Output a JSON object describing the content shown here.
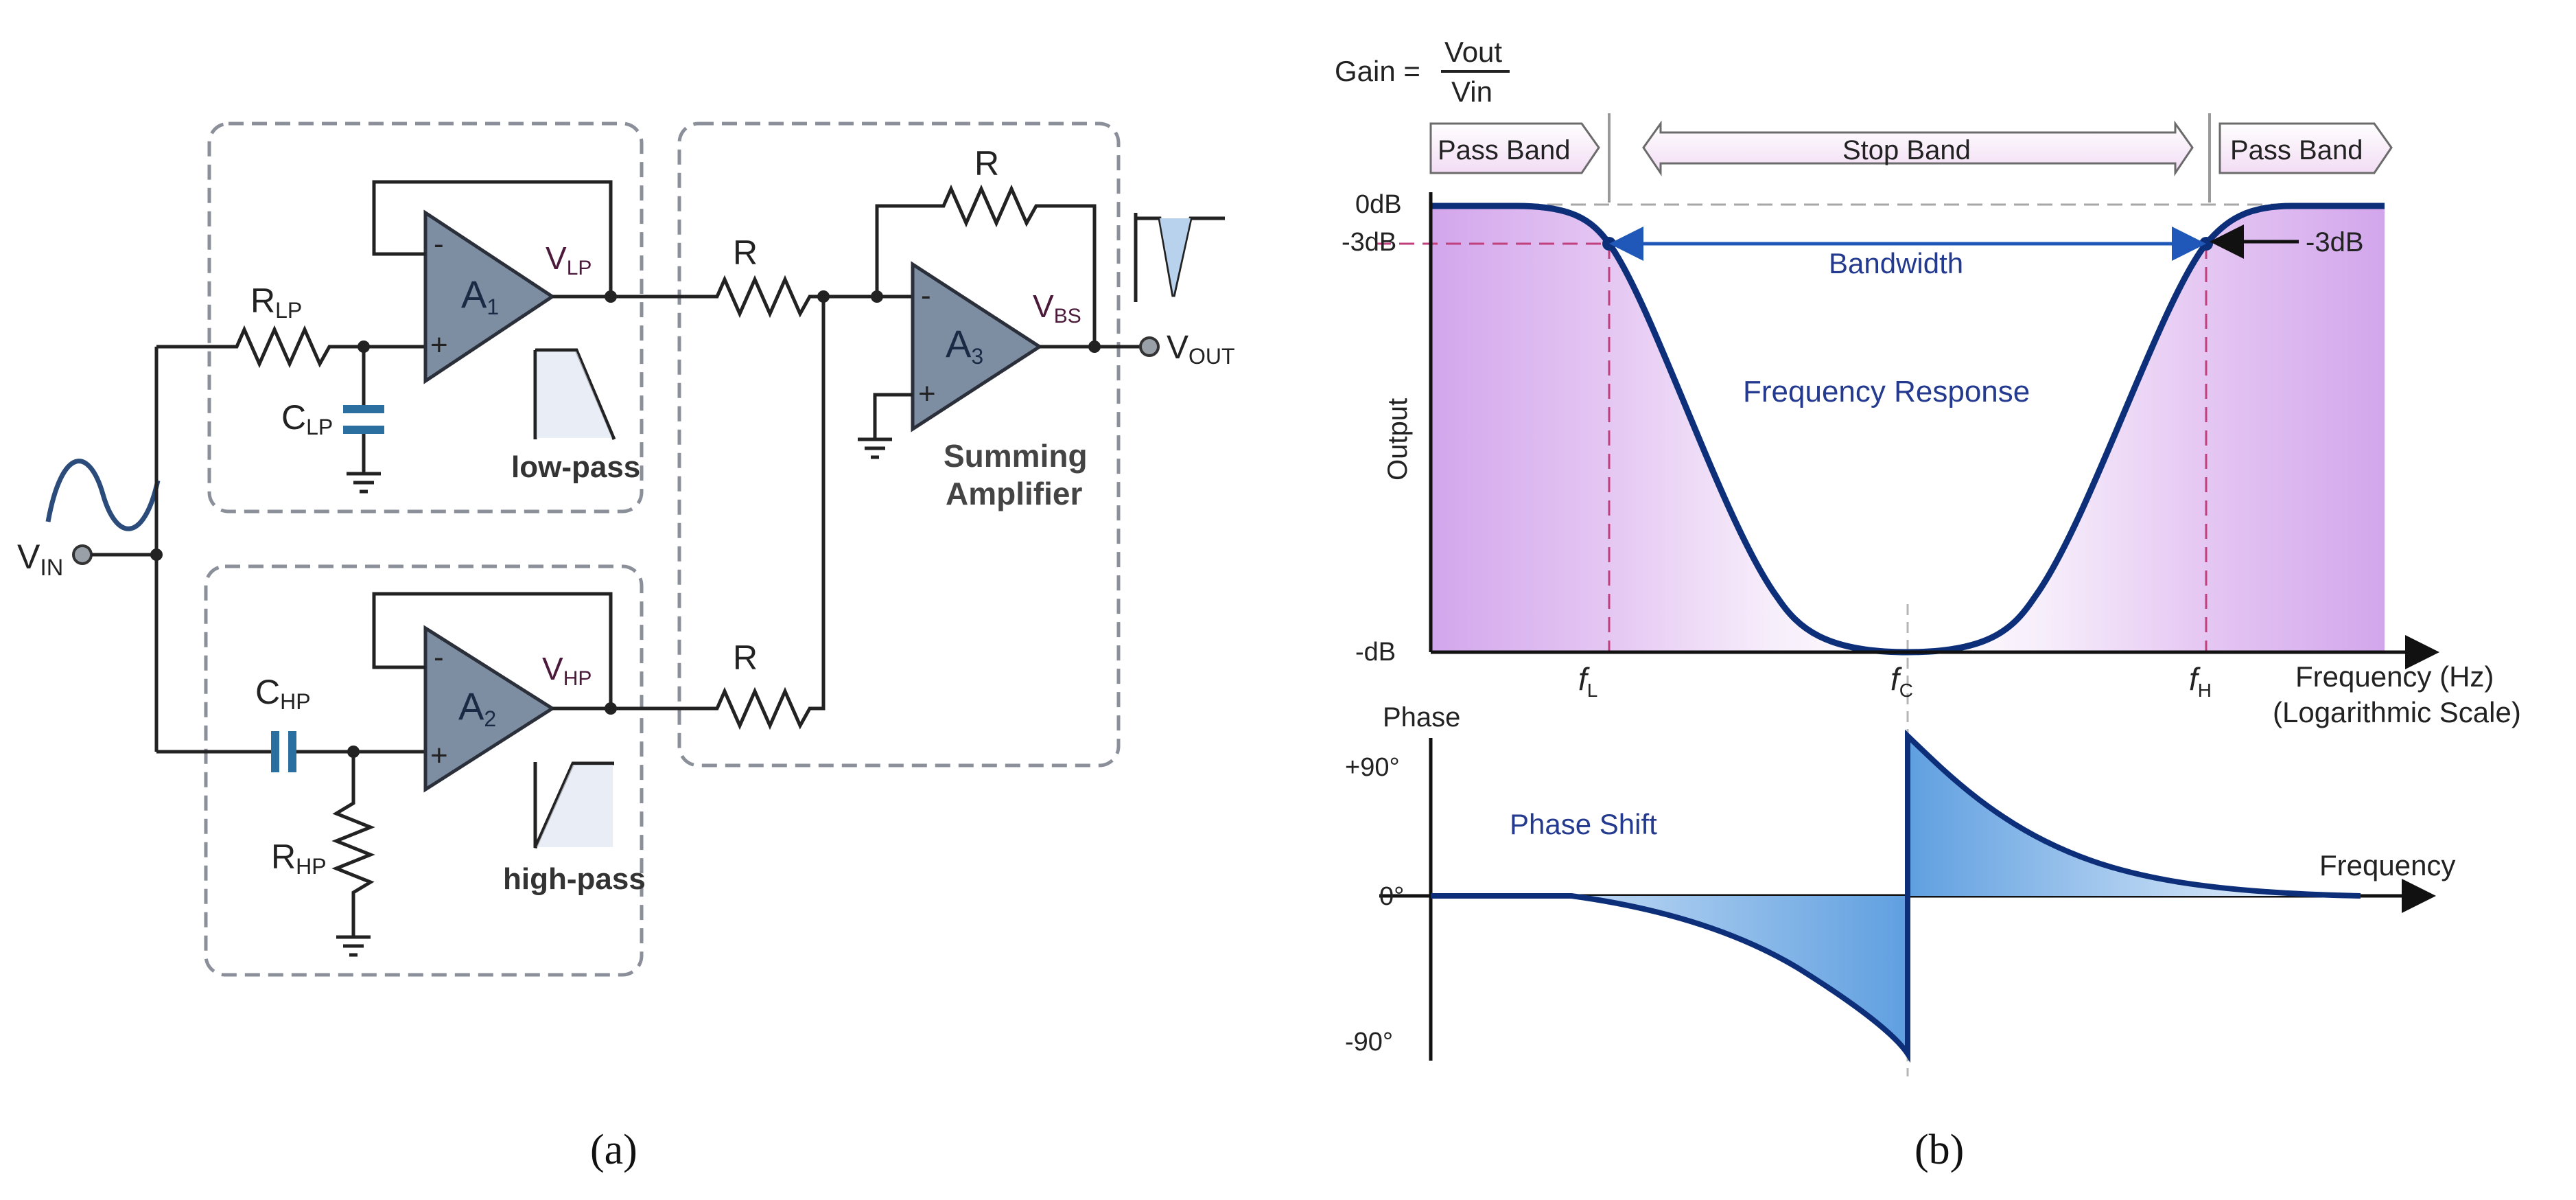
{
  "circuit": {
    "input_label": "V",
    "input_sub": "IN",
    "output_label": "V",
    "output_sub": "OUT",
    "r_lp": "R",
    "r_lp_sub": "LP",
    "c_lp": "C",
    "c_lp_sub": "LP",
    "c_hp": "C",
    "c_hp_sub": "HP",
    "r_hp": "R",
    "r_hp_sub": "HP",
    "a1": "A",
    "a1_sub": "1",
    "a2": "A",
    "a2_sub": "2",
    "a3": "A",
    "a3_sub": "3",
    "v_lp": "V",
    "v_lp_sub": "LP",
    "v_hp": "V",
    "v_hp_sub": "HP",
    "v_bs": "V",
    "v_bs_sub": "BS",
    "r_top": "R",
    "r_bottom": "R",
    "r_feedback": "R",
    "minus": "-",
    "plus": "+",
    "low_pass": "low-pass",
    "high_pass": "high-pass",
    "summing_line1": "Summing",
    "summing_line2": "Amplifier"
  },
  "response": {
    "gain_label": "Gain =",
    "gain_num": "Vout",
    "gain_den": "Vin",
    "pass_band_left": "Pass Band",
    "stop_band": "Stop Band",
    "pass_band_right": "Pass Band",
    "tick_0db": "0dB",
    "tick_3db": "-3dB",
    "tick_mdb": "-dB",
    "right_3db": "-3dB",
    "bandwidth": "Bandwidth",
    "frequency_response": "Frequency Response",
    "output_axis": "Output",
    "f_l": "f",
    "f_l_sub": "L",
    "f_c": "f",
    "f_c_sub": "C",
    "f_h": "f",
    "f_h_sub": "H",
    "frequency_hz": "Frequency (Hz)",
    "log_scale": "(Logarithmic Scale)",
    "phase": "Phase",
    "plus_90": "+90°",
    "zero_deg": "0°",
    "minus_90": "-90°",
    "phase_shift": "Phase Shift",
    "frequency": "Frequency"
  },
  "captions": {
    "a": "(a)",
    "b": "(b)"
  },
  "colors": {
    "curve": "#0d2f7a",
    "band_fill": "#d9b3ee",
    "band_light": "#f6ecfb",
    "phase_fill": "#6aa6e0",
    "phase_light": "#e6f0fb",
    "dash_pink": "#d0508f",
    "arrow_blue": "#1f58b8"
  }
}
